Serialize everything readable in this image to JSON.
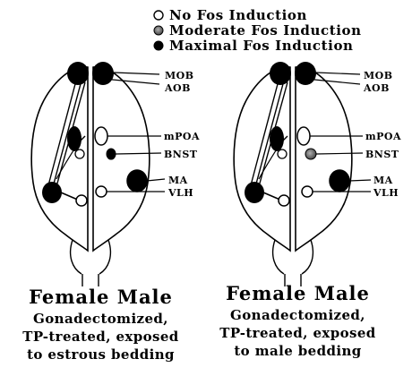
{
  "legend": {
    "none": "No Fos Induction",
    "moderate": "Moderate Fos Induction",
    "maximal": "Maximal Fos Induction"
  },
  "regions": {
    "mob": "MOB",
    "aob": "AOB",
    "mpoa": "mPOA",
    "bnst": "BNST",
    "ma": "MA",
    "vlh": "VLH"
  },
  "panels": [
    {
      "title": "Female Male",
      "lines": [
        "Gonadectomized,",
        "TP-treated, exposed",
        "to estrous bedding"
      ],
      "fos": {
        "aob": "maximal",
        "mpoa": "none",
        "bnst": "maximal",
        "ma": "maximal",
        "vlh": "none"
      }
    },
    {
      "title": "Female Male",
      "lines": [
        "Gonadectomized,",
        "TP-treated, exposed",
        "to male bedding"
      ],
      "fos": {
        "aob": "maximal",
        "mpoa": "none",
        "bnst": "moderate",
        "ma": "maximal",
        "vlh": "none"
      }
    }
  ],
  "colors": {
    "maximal": "#000000",
    "moderate": "#808080",
    "none": "#ffffff"
  }
}
